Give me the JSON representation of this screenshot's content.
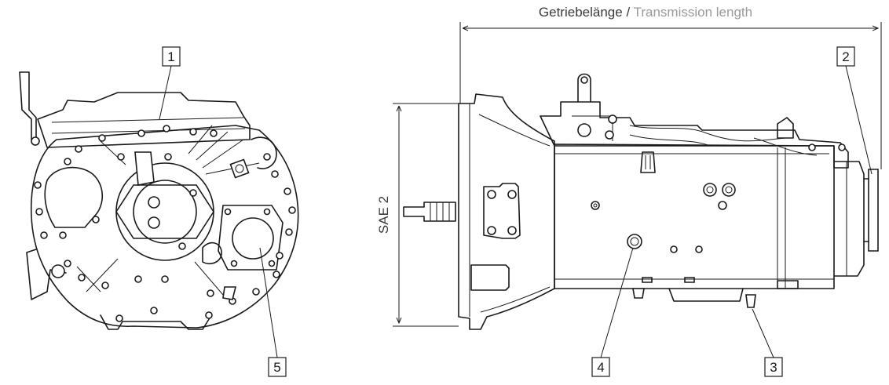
{
  "dimension": {
    "length_label_de": "Getriebelänge",
    "separator": " / ",
    "length_label_en": "Transmission length",
    "housing_label": "SAE 2"
  },
  "callouts": [
    "1",
    "2",
    "3",
    "4",
    "5"
  ],
  "colors": {
    "line": "#1a1a1a",
    "label_primary": "#3a3a3a",
    "label_secondary": "#9a9a9a"
  }
}
